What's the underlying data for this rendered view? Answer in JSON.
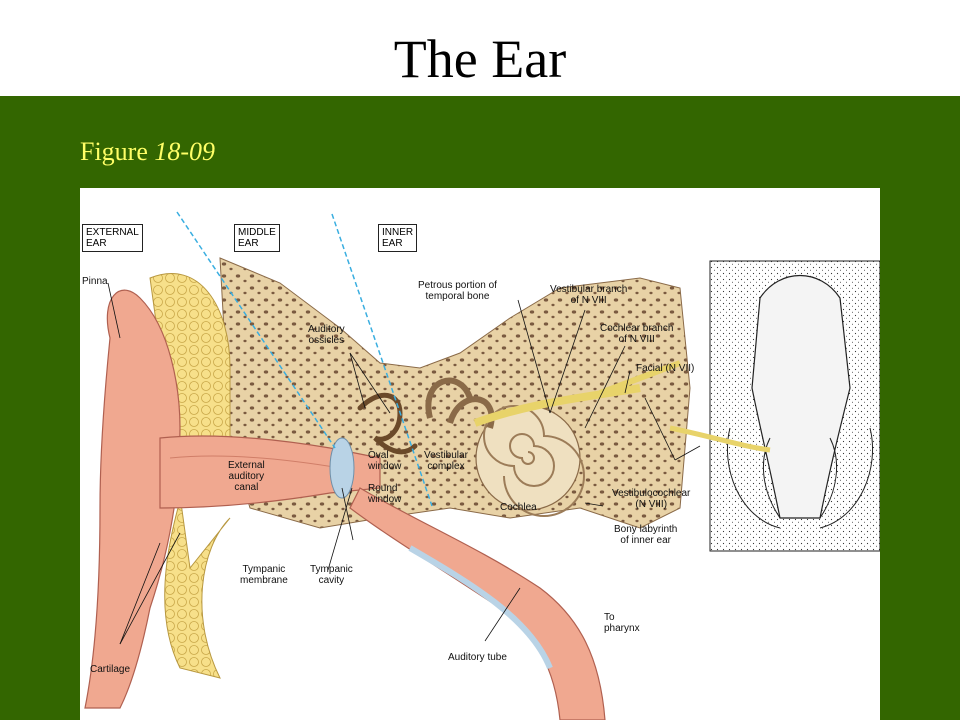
{
  "title": "The Ear",
  "figure_label": {
    "prefix": "Figure ",
    "number": "18-09"
  },
  "regions": {
    "external": "EXTERNAL\nEAR",
    "middle": "MIDDLE\nEAR",
    "inner": "INNER\nEAR"
  },
  "labels": {
    "pinna": "Pinna",
    "petrous": "Petrous portion of\ntemporal bone",
    "vestibular_branch": "Vestibular branch\nof N VIII",
    "cochlear_branch": "Cochlear branch\nof N VIII",
    "facial": "Facial (N VII)",
    "auditory_ossicles": "Auditory\nossicles",
    "external_canal": "External\nauditory\ncanal",
    "oval_window": "Oval\nwindow",
    "round_window": "Round\nwindow",
    "vestibular_complex": "Vestibular\ncomplex",
    "cochlea": "Cochlea",
    "vestibulocochlear": "Vestibulocochlear\n(N VIII)",
    "bony_labyrinth": "Bony labyrinth\nof inner ear",
    "tympanic_membrane": "Tympanic\nmembrane",
    "tympanic_cavity": "Tympanic\ncavity",
    "to_pharynx": "To\npharynx",
    "auditory_tube": "Auditory tube",
    "cartilage": "Cartilage"
  },
  "colors": {
    "panel_green": "#336600",
    "figure_label_yellow": "#ffff66",
    "skin": "#f0a890",
    "cartilage": "#f7e08a",
    "bone": "#e8d2a6",
    "membrane_blue": "#b9d3e6",
    "nerve_yellow": "#e8d36a",
    "divider_blue": "#3aaee0"
  }
}
